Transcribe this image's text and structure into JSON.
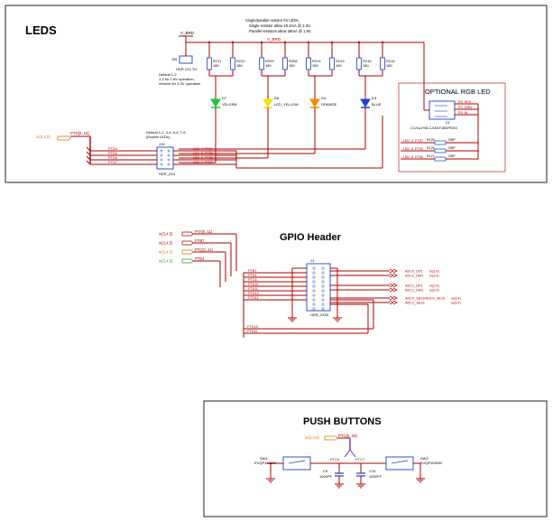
{
  "leds": {
    "title": "LEDS",
    "supply_label": "V_BRD",
    "note_line1": "Single/parallel resistor for LEDs.",
    "note_line2": "Single resistor allow 19.2mA @ 3.3V,",
    "note_line3": "Parallel resistors allow 28mA @ 1.8V.",
    "supply_net": "V_BRD",
    "jumper_ref": "J26",
    "jumper_part": "HDR 1X2 TH",
    "jumper_note1": "Default 1-2",
    "jumper_note2": "1-2 for 1.8V operation,",
    "jumper_note3": "remove for 3.3V operation",
    "resistors": [
      {
        "ref": "R211",
        "val": "180"
      },
      {
        "ref": "R210",
        "val": "180"
      },
      {
        "ref": "R209",
        "val": "180"
      },
      {
        "ref": "R208",
        "val": "180"
      },
      {
        "ref": "R214",
        "val": "180"
      },
      {
        "ref": "R213",
        "val": "180"
      },
      {
        "ref": "R216",
        "val": "180"
      },
      {
        "ref": "R215",
        "val": "180"
      }
    ],
    "led_parts": [
      {
        "ref": "D7",
        "name": "YELGRN",
        "color": "#22c73a"
      },
      {
        "ref": "D6",
        "name": "LED_YELLOW",
        "color": "#f2e21a"
      },
      {
        "ref": "D4",
        "name": "ORANGE",
        "color": "#f08a00"
      },
      {
        "ref": "D3",
        "name": "BLUE",
        "color": "#1d3fd8"
      }
    ],
    "header_ref": "J19",
    "header_part": "HDR_2X4",
    "header_note1": "Default 1-2, 3-4, 5-6, 7-8",
    "header_note2": "(Enable LEDs)",
    "ptd_bus_label": "PTD[0..15]",
    "io_label": "io(3,4,5)",
    "ptd_nets": [
      "PTD4",
      "PTD5",
      "PTD6",
      "PTD7"
    ],
    "led_nets": [
      "LED_4_PTD4",
      "LED_5_PTD5",
      "LED_6_PTD6",
      "LED_7_PTD7"
    ],
    "rgb_title": "OPTIONAL RGB LED",
    "rgb_part": "CLV1A-FKB-CJ1M1F1BB7R3S3",
    "rgb_ref": "D1",
    "rgb_pins": [
      "TRI_RED",
      "TRI_GRN",
      "TRI_BL"
    ],
    "rgb_resistors": [
      {
        "ref": "R125",
        "val": "DNP"
      },
      {
        "ref": "R126",
        "val": "DNP"
      },
      {
        "ref": "R127",
        "val": "DNP"
      }
    ],
    "rgb_nets": [
      "LED_4_PTD7",
      "LED_5_PTD5",
      "LED_6_PTD6"
    ]
  },
  "gpio": {
    "title": "GPIO Header",
    "inputs": [
      {
        "label": "io(3,4,5)",
        "net": "PTA[0..11]"
      },
      {
        "label": "io(3,4,5)",
        "net": "PTB7"
      },
      {
        "label": "io(3,4,5)",
        "net": "PTC[0..11]"
      },
      {
        "label": "io(3,4,5)",
        "net": "PTE4"
      }
    ],
    "header_ref": "J1",
    "header_part": "HDR_2X20",
    "left_nets": [
      "PTB7",
      "PTE4",
      "PTC6",
      "PTA10",
      "PTA11",
      "PTD10",
      "PTD11"
    ],
    "bottom_nets": [
      "PTD10",
      "PTD11"
    ],
    "right_nets": [
      "ADC0_DP1",
      "ADC0_DM1",
      "ADC1_DP1",
      "ADC1_DM1",
      "ADC0_SE23/ADC0_SE16",
      "ADC1_SE16"
    ],
    "right_io": [
      "io(3,4)",
      "io(3,4)",
      "io(3,4)",
      "io(3,4)",
      "io(3,4)",
      "io(3,4)"
    ]
  },
  "buttons": {
    "title": "PUSH BUTTONS",
    "io_label": "io(3,4,5)",
    "bus_label": "PTC[0..15]",
    "sw1_ref": "SW1",
    "sw1_part": "EVQP1K05M",
    "sw2_ref": "SW2",
    "sw2_part": "EVQP1K05M",
    "c1_ref": "C9",
    "c1_val": "1000PF",
    "c2_ref": "C10",
    "c2_val": "1000PF",
    "net1": "PTC6",
    "net2": "PTC7"
  }
}
